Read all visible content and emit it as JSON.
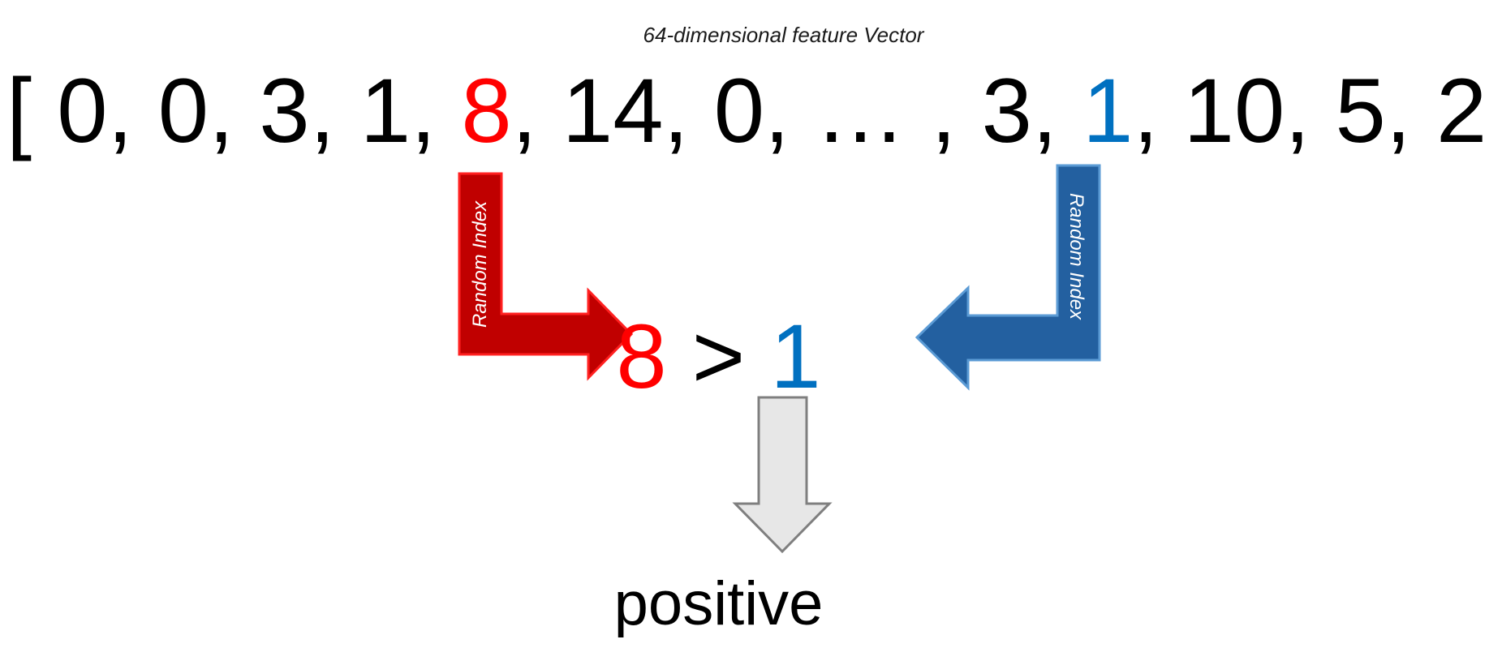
{
  "caption": "64-dimensional feature Vector",
  "vector": {
    "open_bracket": "[",
    "close_bracket": "]",
    "items": [
      {
        "text": "0",
        "highlight": "none"
      },
      {
        "text": "0",
        "highlight": "none"
      },
      {
        "text": "3",
        "highlight": "none"
      },
      {
        "text": "1",
        "highlight": "none"
      },
      {
        "text": "8",
        "highlight": "red"
      },
      {
        "text": "14",
        "highlight": "none"
      },
      {
        "text": "0",
        "highlight": "none"
      },
      {
        "text": "…",
        "highlight": "none"
      },
      {
        "text": "3",
        "highlight": "none"
      },
      {
        "text": "1",
        "highlight": "blue"
      },
      {
        "text": "10",
        "highlight": "none"
      },
      {
        "text": "5",
        "highlight": "none"
      },
      {
        "text": "2",
        "highlight": "none"
      }
    ]
  },
  "arrows": {
    "left_label": "Random Index",
    "right_label": "Random Index"
  },
  "comparison": {
    "left": "8",
    "operator": ">",
    "right": "1"
  },
  "result": "positive",
  "colors": {
    "red_text": "#ff0000",
    "blue_text": "#0070c0",
    "red_arrow_fill": "#c00000",
    "red_arrow_stroke": "#ff2020",
    "blue_arrow_fill": "#2360a0",
    "blue_arrow_stroke": "#5b9bd5",
    "gray_arrow_fill": "#e7e7e7",
    "gray_arrow_stroke": "#7f7f7f"
  }
}
